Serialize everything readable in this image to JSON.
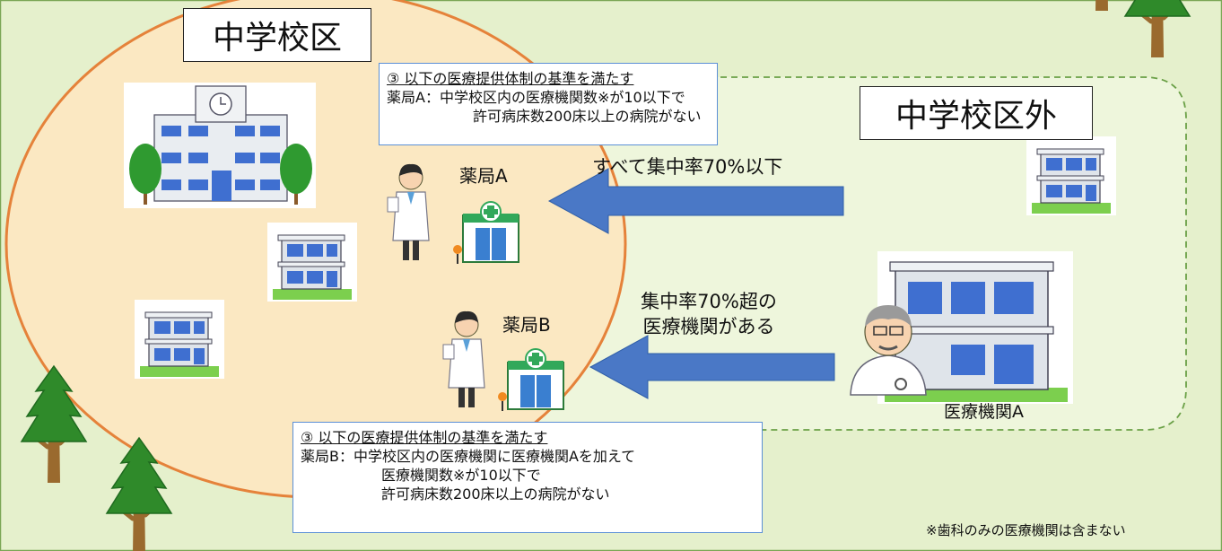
{
  "zones": {
    "inside_title": "中学校区",
    "outside_title": "中学校区外"
  },
  "pharmacy_a": {
    "label": "薬局A",
    "criteria": {
      "heading": "③ 以下の医療提供体制の基準を満たす",
      "line1": "薬局A：中学校区内の医療機関数※が10以下で",
      "line2": "許可病床数200床以上の病院がない"
    }
  },
  "pharmacy_b": {
    "label": "薬局B",
    "criteria": {
      "heading": "③ 以下の医療提供体制の基準を満たす",
      "line1": "薬局B：中学校区内の医療機関に医療機関Aを加えて",
      "line2": "医療機関数※が10以下で",
      "line3": "許可病床数200床以上の病院がない"
    }
  },
  "arrows": {
    "top_label": "すべて集中率70%以下",
    "bottom_label_line1": "集中率70%超の",
    "bottom_label_line2": "医療機関がある"
  },
  "hospital_a": {
    "label": "医療機関A"
  },
  "footnote": "※歯科のみの医療機関は含まない",
  "colors": {
    "background": "#e5f0cc",
    "district_fill": "#fbe8c2",
    "district_border": "#e5823a",
    "outside_fill": "#eef6dc",
    "outside_border": "#6aa046",
    "arrow": "#4a78c6",
    "criteria_border": "#5b8fd6"
  },
  "icons": [
    "school-building-icon",
    "clinic-building-icon",
    "pharmacist-man-icon",
    "pharmacist-woman-icon",
    "pharmacy-store-icon",
    "doctor-icon",
    "tree-icon"
  ]
}
